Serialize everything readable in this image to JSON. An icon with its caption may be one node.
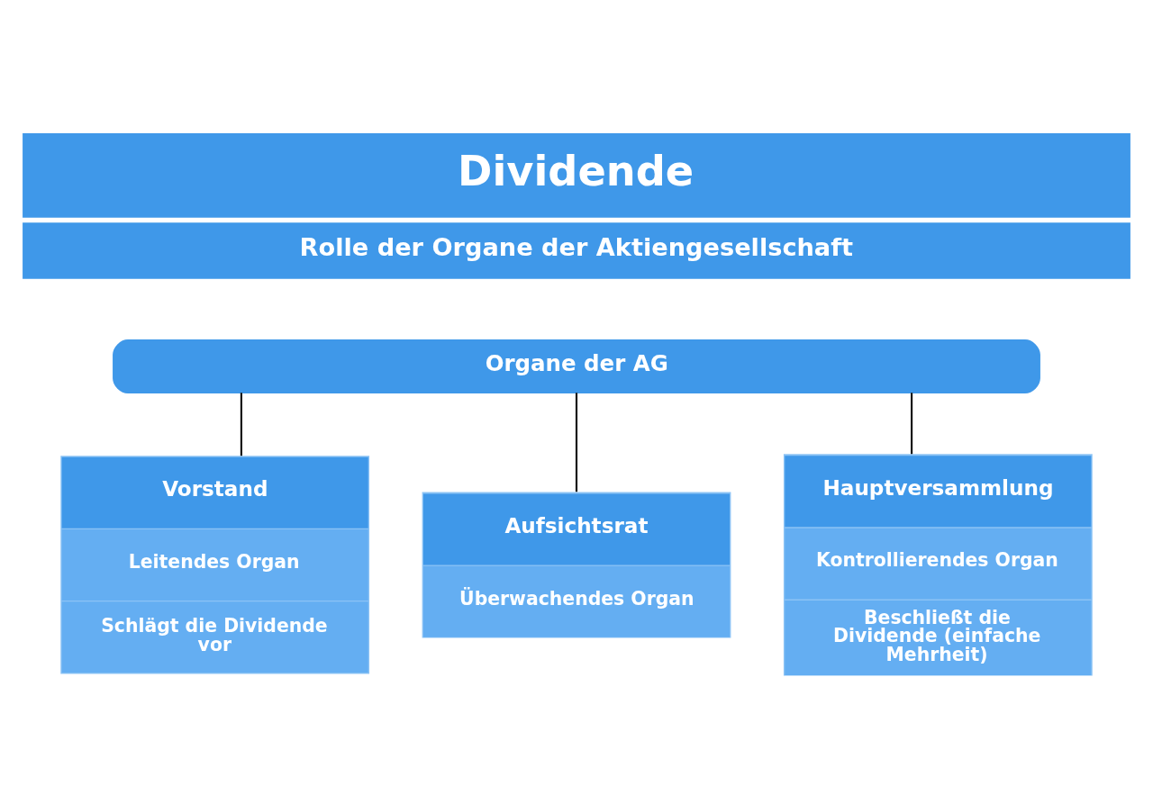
{
  "diagram": {
    "title": "Dividende",
    "nodes": [
      {
        "text": [
          "Organe der AG"
        ]
      },
      {
        "text": [
          "Vorstand",
          "Leitendes Organ",
          "Schlägt die Dividende vor"
        ]
      },
      {
        "text": [
          "Aufsichtsrat",
          "Überwachendes Organ"
        ]
      },
      {
        "text": [
          "Hauptversammlung",
          "Kontrollierendes Organ",
          "Beschließt die Dividende (einfache Mehrheit)"
        ]
      }
    ],
    "edges": [
      {
        "from": 0,
        "to": 1,
        "arrow": "none"
      },
      {
        "from": 0,
        "to": 2,
        "arrow": "none"
      },
      {
        "from": 0,
        "to": 3,
        "arrow": "none"
      }
    ],
    "labels": [
      "Rolle der Organe der Aktiengesellschaft"
    ]
  }
}
